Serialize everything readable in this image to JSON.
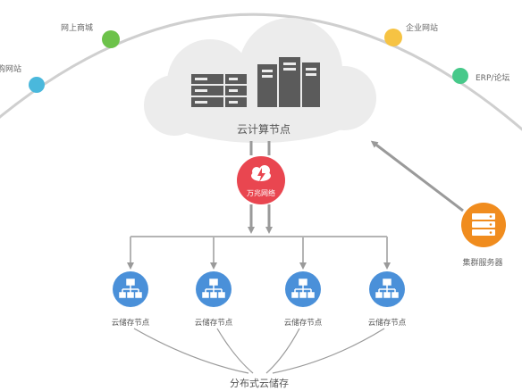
{
  "arc_sites": [
    {
      "label": "购网站",
      "color": "#4ab8dc"
    },
    {
      "label": "网上商城",
      "color": "#6cc24a"
    },
    {
      "label": "企业网站",
      "color": "#f6c343"
    },
    {
      "label": "ERP/论坛",
      "color": "#47c98a"
    }
  ],
  "cloud": {
    "label": "云计算节点"
  },
  "hub": {
    "label": "万兆网络",
    "color": "#e94650"
  },
  "storage_nodes": [
    {
      "label": "云储存节点"
    },
    {
      "label": "云储存节点"
    },
    {
      "label": "云储存节点"
    },
    {
      "label": "云储存节点"
    }
  ],
  "storage_group": {
    "label": "分布式云储存"
  },
  "cluster": {
    "label": "集群服务器",
    "color": "#f08c1e"
  },
  "colors": {
    "arc": "#cfcfcf",
    "cloud": "#ececec",
    "server": "#5b5b5b",
    "node": "#4a90d9",
    "connector": "#b4b4b4"
  }
}
